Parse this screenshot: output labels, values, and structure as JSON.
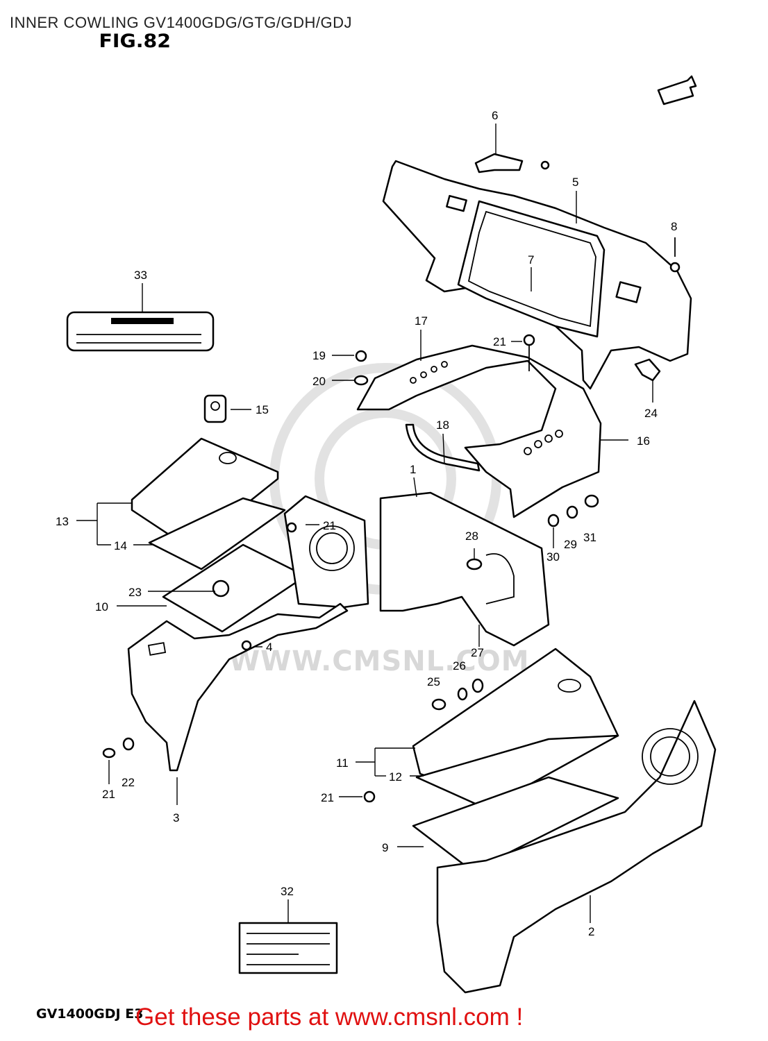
{
  "header": {
    "title": "INNER COWLING GV1400GDG/GTG/GDH/GDJ",
    "figure": "FIG.82"
  },
  "footer": {
    "model_code": "GV1400GDJ E3",
    "promo": "Get these parts at www.cmsnl.com !"
  },
  "watermark": {
    "text": "WWW.CMSNL.COM"
  },
  "callouts": [
    {
      "id": "1",
      "label": "1"
    },
    {
      "id": "2",
      "label": "2"
    },
    {
      "id": "3",
      "label": "3"
    },
    {
      "id": "4",
      "label": "4"
    },
    {
      "id": "5",
      "label": "5"
    },
    {
      "id": "6",
      "label": "6"
    },
    {
      "id": "7",
      "label": "7"
    },
    {
      "id": "8",
      "label": "8"
    },
    {
      "id": "9",
      "label": "9"
    },
    {
      "id": "10",
      "label": "10"
    },
    {
      "id": "11",
      "label": "11"
    },
    {
      "id": "12",
      "label": "12"
    },
    {
      "id": "13",
      "label": "13"
    },
    {
      "id": "14",
      "label": "14"
    },
    {
      "id": "15",
      "label": "15"
    },
    {
      "id": "16",
      "label": "16"
    },
    {
      "id": "17",
      "label": "17"
    },
    {
      "id": "18",
      "label": "18"
    },
    {
      "id": "19",
      "label": "19"
    },
    {
      "id": "20",
      "label": "20"
    },
    {
      "id": "21a",
      "label": "21"
    },
    {
      "id": "21b",
      "label": "21"
    },
    {
      "id": "21c",
      "label": "21"
    },
    {
      "id": "21d",
      "label": "21"
    },
    {
      "id": "22",
      "label": "22"
    },
    {
      "id": "23",
      "label": "23"
    },
    {
      "id": "24",
      "label": "24"
    },
    {
      "id": "25",
      "label": "25"
    },
    {
      "id": "26",
      "label": "26"
    },
    {
      "id": "27",
      "label": "27"
    },
    {
      "id": "28",
      "label": "28"
    },
    {
      "id": "29",
      "label": "29"
    },
    {
      "id": "30",
      "label": "30"
    },
    {
      "id": "31",
      "label": "31"
    },
    {
      "id": "32",
      "label": "32"
    },
    {
      "id": "33",
      "label": "33"
    }
  ]
}
